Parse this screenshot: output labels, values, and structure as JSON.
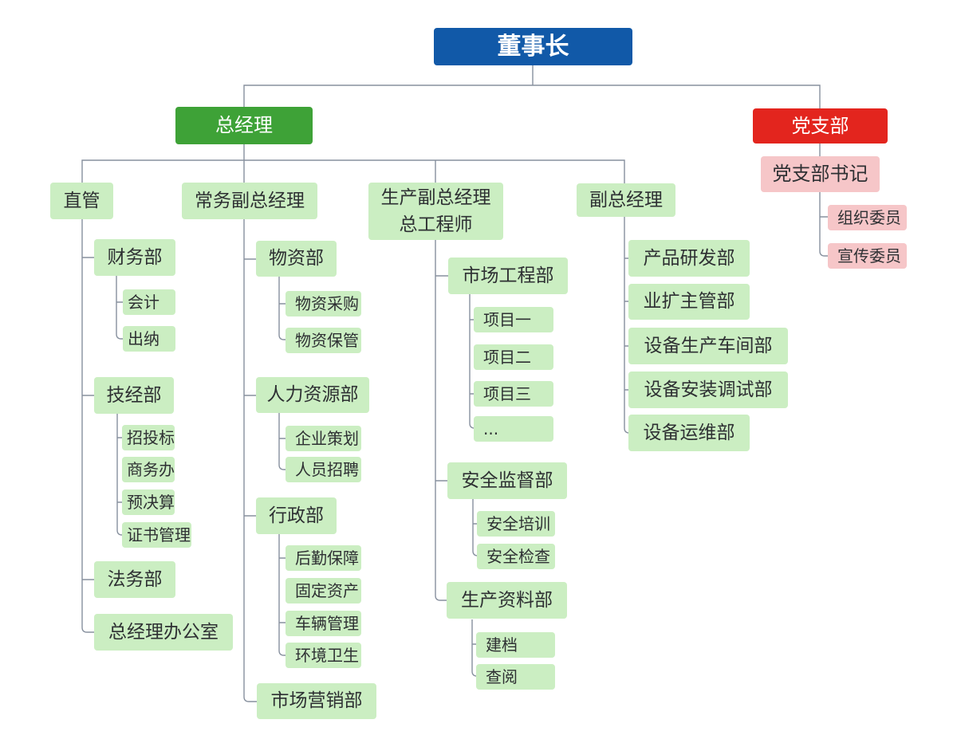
{
  "org": {
    "chairman": {
      "label": "董事长"
    },
    "general_manager": {
      "label": "总经理"
    },
    "party_branch": {
      "label": "党支部"
    },
    "party_secretary": {
      "label": "党支部书记"
    },
    "party_committee": [
      {
        "label": "组织委员"
      },
      {
        "label": "宣传委员"
      }
    ],
    "direct": {
      "label": "直管",
      "finance": {
        "label": "财务部",
        "children": [
          {
            "label": "会计"
          },
          {
            "label": "出纳"
          }
        ]
      },
      "tech_econ": {
        "label": "技经部",
        "children": [
          {
            "label": "招投标"
          },
          {
            "label": "商务办"
          },
          {
            "label": "预决算"
          },
          {
            "label": "证书管理"
          }
        ]
      },
      "legal": {
        "label": "法务部"
      },
      "gm_office": {
        "label": "总经理办公室"
      }
    },
    "executive_deputy": {
      "label": "常务副总经理",
      "materials": {
        "label": "物资部",
        "children": [
          {
            "label": "物资采购"
          },
          {
            "label": "物资保管"
          }
        ]
      },
      "hr": {
        "label": "人力资源部",
        "children": [
          {
            "label": "企业策划"
          },
          {
            "label": "人员招聘"
          }
        ]
      },
      "admin": {
        "label": "行政部",
        "children": [
          {
            "label": "后勤保障"
          },
          {
            "label": "固定资产"
          },
          {
            "label": "车辆管理"
          },
          {
            "label": "环境卫生"
          }
        ]
      },
      "marketing": {
        "label": "市场营销部"
      }
    },
    "production_deputy": {
      "label": "生产副总经理\n总工程师",
      "market_eng": {
        "label": "市场工程部",
        "children": [
          {
            "label": "项目一"
          },
          {
            "label": "项目二"
          },
          {
            "label": "项目三"
          },
          {
            "label": "..."
          }
        ]
      },
      "safety": {
        "label": "安全监督部",
        "children": [
          {
            "label": "安全培训"
          },
          {
            "label": "安全检查"
          }
        ]
      },
      "prod_data": {
        "label": "生产资料部",
        "children": [
          {
            "label": "建档"
          },
          {
            "label": "查阅"
          }
        ]
      }
    },
    "deputy": {
      "label": "副总经理",
      "children": [
        {
          "label": "产品研发部"
        },
        {
          "label": "业扩主管部"
        },
        {
          "label": "设备生产车间部"
        },
        {
          "label": "设备安装调试部"
        },
        {
          "label": "设备运维部"
        }
      ]
    }
  },
  "colors": {
    "chairman_bg": "#1159A8",
    "gm_bg": "#3EA237",
    "party_bg": "#E3251E",
    "party_light_bg": "#F6C6C8",
    "dept_bg": "#CBEEC2",
    "line": "#87909E"
  }
}
